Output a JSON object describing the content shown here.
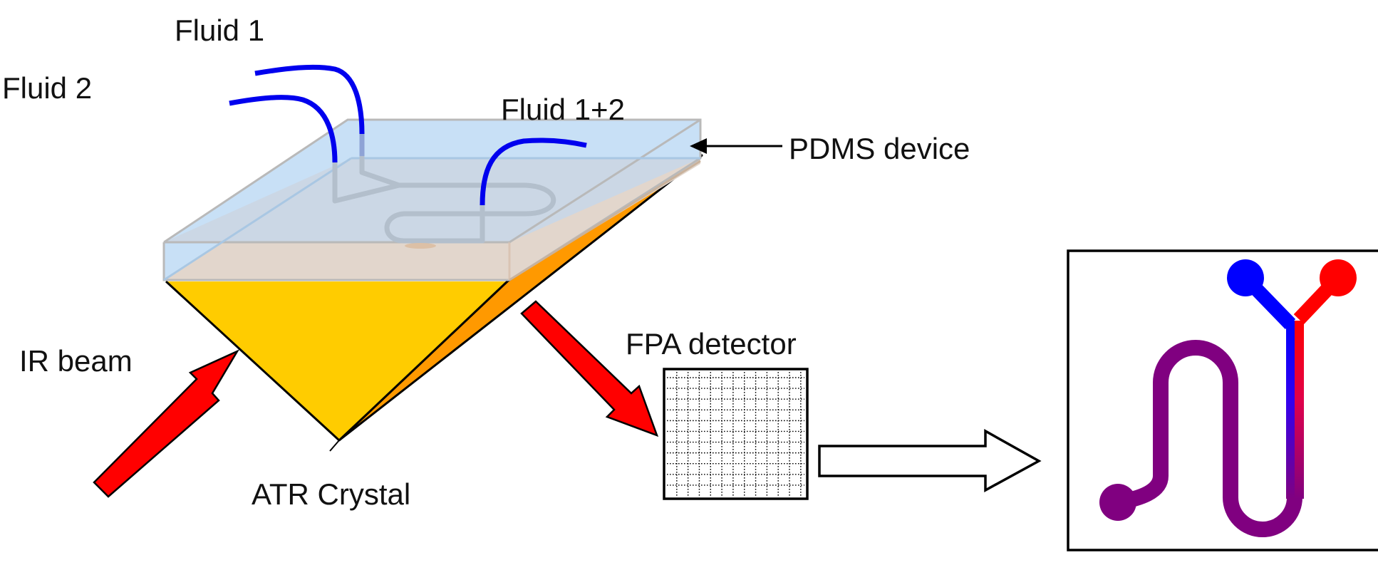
{
  "labels": {
    "fluid_1": "Fluid 1",
    "fluid_2": "Fluid 2",
    "fluid_mixed": "Fluid 1+2",
    "pdms_device": "PDMS device",
    "ir_beam": "IR beam",
    "atr_crystal": "ATR Crystal",
    "fpa_detector": "FPA detector"
  },
  "colors": {
    "tube": "#0000ee",
    "pdms_top": "#c8e0f6",
    "pdms_front": "#e2d6cc",
    "channel": "#b3bfcc",
    "crystal_front": "#ffcc00",
    "crystal_side": "#ff9900",
    "ir_arrow": "#ff0000",
    "fluid_1_inlet": "#ff0000",
    "fluid_2_inlet": "#0000ff",
    "mixed_channel": "#800080"
  },
  "detector": {
    "grid_columns": 12,
    "grid_rows": 11
  }
}
